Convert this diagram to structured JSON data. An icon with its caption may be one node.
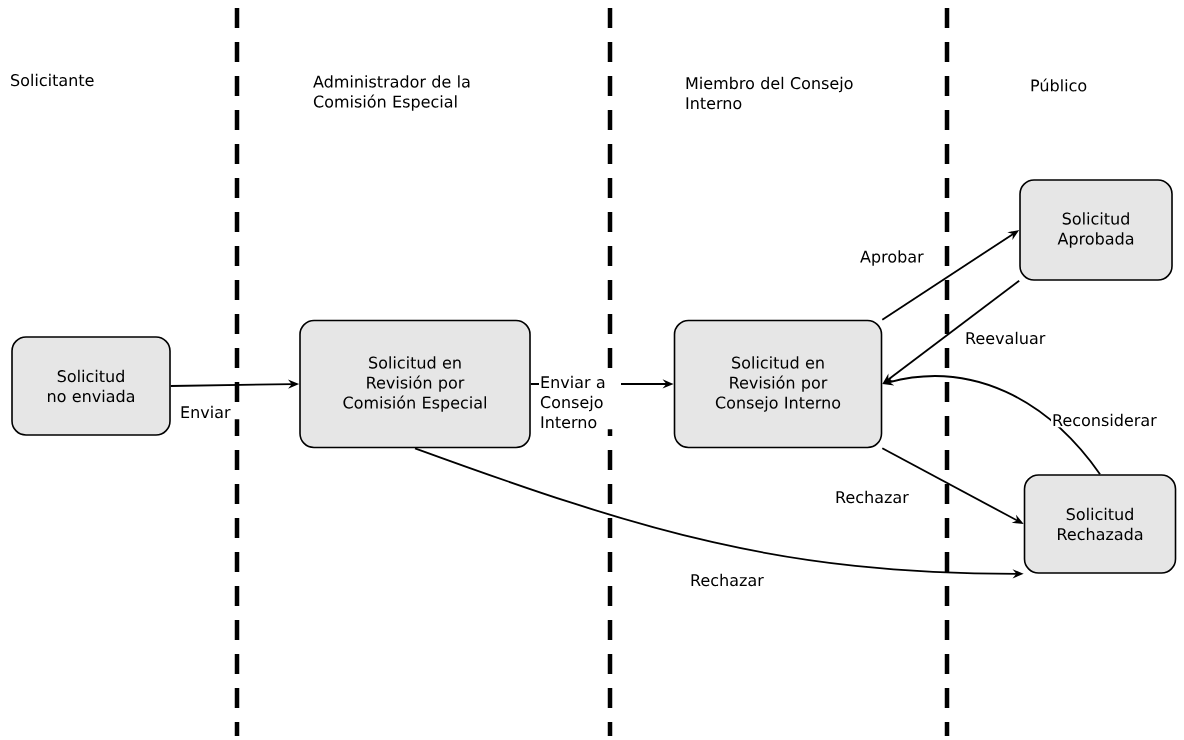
{
  "diagram": {
    "nodes": [
      {
        "text": [
          "Solicitud no enviada"
        ]
      },
      {
        "text": [
          "Solicitud en Revisión por Comisión Especial"
        ]
      },
      {
        "text": [
          "Solicitud en Revisión por Consejo Interno"
        ]
      },
      {
        "text": [
          "Solicitud Aprobada"
        ]
      },
      {
        "text": [
          "Solicitud Rechazada"
        ]
      }
    ],
    "edges": [
      {
        "from": 0,
        "to": 1,
        "arrow": "to",
        "label": "Enviar"
      },
      {
        "from": 1,
        "to": 2,
        "arrow": "to",
        "label": "Enviar a Consejo Interno"
      },
      {
        "from": 2,
        "to": 3,
        "arrow": "to",
        "label": "Aprobar"
      },
      {
        "from": 3,
        "to": 2,
        "arrow": "to",
        "label": "Reevaluar"
      },
      {
        "from": 4,
        "to": 2,
        "arrow": "to",
        "label": "Reconsiderar"
      },
      {
        "from": 2,
        "to": 4,
        "arrow": "to",
        "label": "Rechazar"
      },
      {
        "from": 1,
        "to": 4,
        "arrow": "to",
        "label": "Rechazar"
      }
    ],
    "labels": [
      "Solicitante",
      "Administrador de la Comisión Especial",
      "Miembro del Consejo Interno",
      "Público"
    ]
  }
}
